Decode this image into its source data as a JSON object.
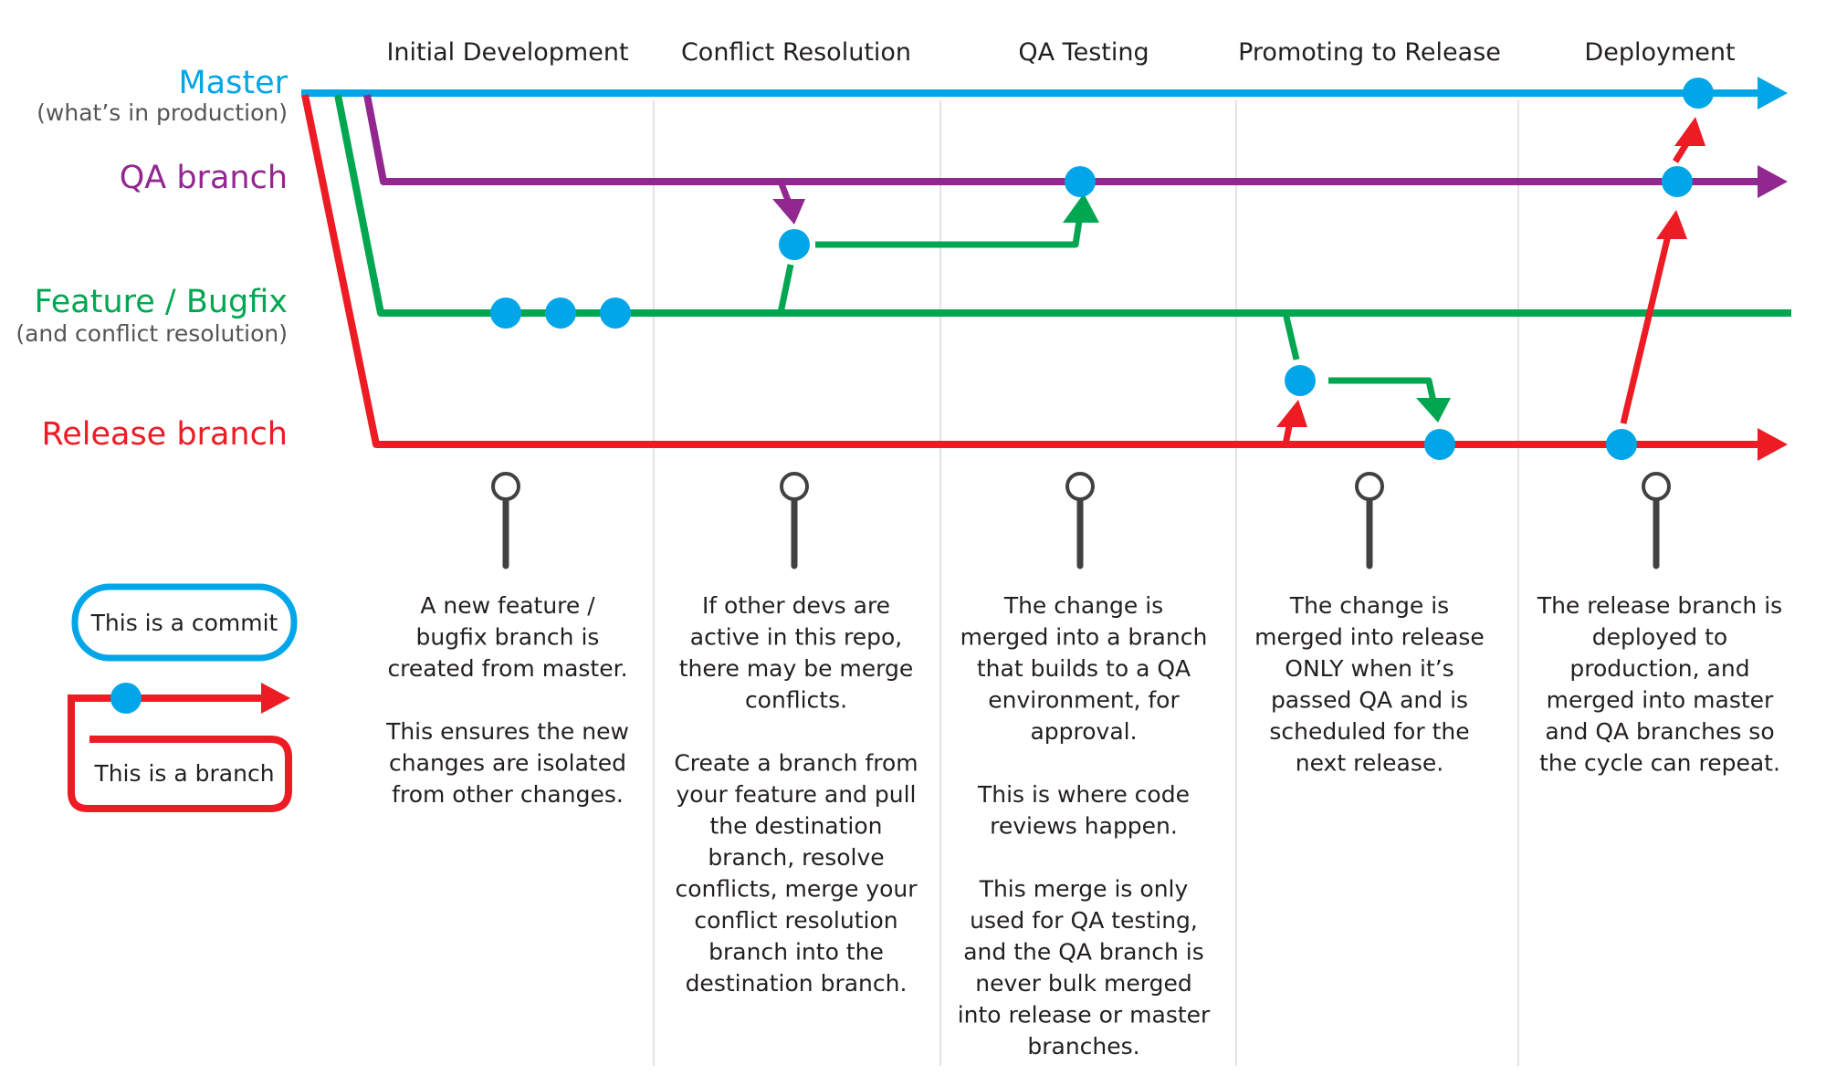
{
  "colors": {
    "master": "#00a6e8",
    "qa": "#92278f",
    "feature": "#00a650",
    "release": "#ed1c24",
    "commit": "#00a6e8",
    "text": "#231f20",
    "pin": "#414042"
  },
  "phases": [
    {
      "title": "Initial Development",
      "paragraphs": [
        [
          "A new feature /",
          "bugfix branch is",
          "created from master."
        ],
        [
          "This ensures the new",
          "changes are isolated",
          "from other changes."
        ]
      ]
    },
    {
      "title": "Conflict Resolution",
      "paragraphs": [
        [
          "If other devs are",
          "active in this repo,",
          "there may be merge",
          "conflicts."
        ],
        [
          "Create a branch from",
          "your feature and pull",
          "the destination",
          "branch, resolve",
          "conflicts, merge your",
          "conflict resolution",
          "branch into the",
          "destination branch."
        ]
      ]
    },
    {
      "title": "QA Testing",
      "paragraphs": [
        [
          "The change is",
          "merged into a branch",
          "that builds to a QA",
          "environment, for",
          "approval."
        ],
        [
          "This is where code",
          "reviews happen."
        ],
        [
          "This merge is only",
          "used for QA testing,",
          "and the QA branch is",
          "never bulk merged",
          "into release or master",
          "branches."
        ]
      ]
    },
    {
      "title": "Promoting to Release",
      "paragraphs": [
        [
          "The change is",
          "merged into release",
          "ONLY when it’s",
          "passed QA and is",
          "scheduled for the",
          "next release."
        ]
      ]
    },
    {
      "title": "Deployment",
      "paragraphs": [
        [
          "The release branch is",
          "deployed to",
          "production, and",
          "merged into master",
          "and QA branches so",
          "the cycle can repeat."
        ]
      ]
    }
  ],
  "lanes": [
    {
      "key": "master",
      "label": "Master",
      "sub": "(what’s in production)"
    },
    {
      "key": "qa",
      "label": "QA branch",
      "sub": ""
    },
    {
      "key": "feature",
      "label": "Feature / Bugfix",
      "sub": "(and conflict resolution)"
    },
    {
      "key": "release",
      "label": "Release branch",
      "sub": ""
    }
  ],
  "legend": {
    "commit_label": "This is a commit",
    "branch_label": "This is a branch"
  }
}
